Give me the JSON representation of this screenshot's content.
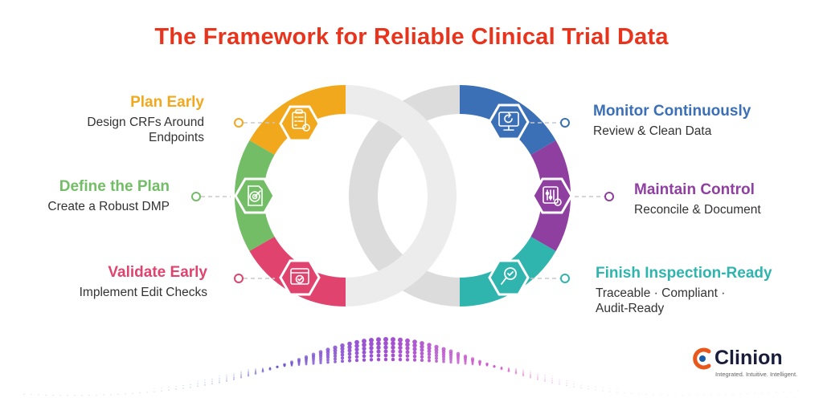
{
  "title": "The Framework for Reliable Clinical Trial Data",
  "steps": [
    {
      "heading": "Plan Early",
      "desc1": "Design CRFs Around",
      "desc2": "Endpoints",
      "color": "#f2a81d",
      "icon": "clipboard-checklist-icon"
    },
    {
      "heading": "Define the Plan",
      "desc1": "Create a Robust DMP",
      "desc2": "",
      "color": "#72bd66",
      "icon": "document-target-icon"
    },
    {
      "heading": "Validate Early",
      "desc1": "Implement Edit Checks",
      "desc2": "",
      "color": "#e0446e",
      "icon": "browser-check-icon"
    },
    {
      "heading": "Monitor Continuously",
      "desc1": "Review & Clean Data",
      "desc2": "",
      "color": "#3b6fb6",
      "icon": "monitor-refresh-icon"
    },
    {
      "heading": "Maintain Control",
      "desc1": "Reconcile & Document",
      "desc2": "",
      "color": "#8f3fa0",
      "icon": "sliders-gear-icon"
    },
    {
      "heading": "Finish Inspection-Ready",
      "desc1": "Traceable · Compliant ·",
      "desc2": "Audit-Ready",
      "color": "#2fb5ad",
      "icon": "magnifier-check-icon"
    }
  ],
  "logo": {
    "name": "Clinion",
    "tagline": "Integrated. Intuitive. Intelligent."
  }
}
